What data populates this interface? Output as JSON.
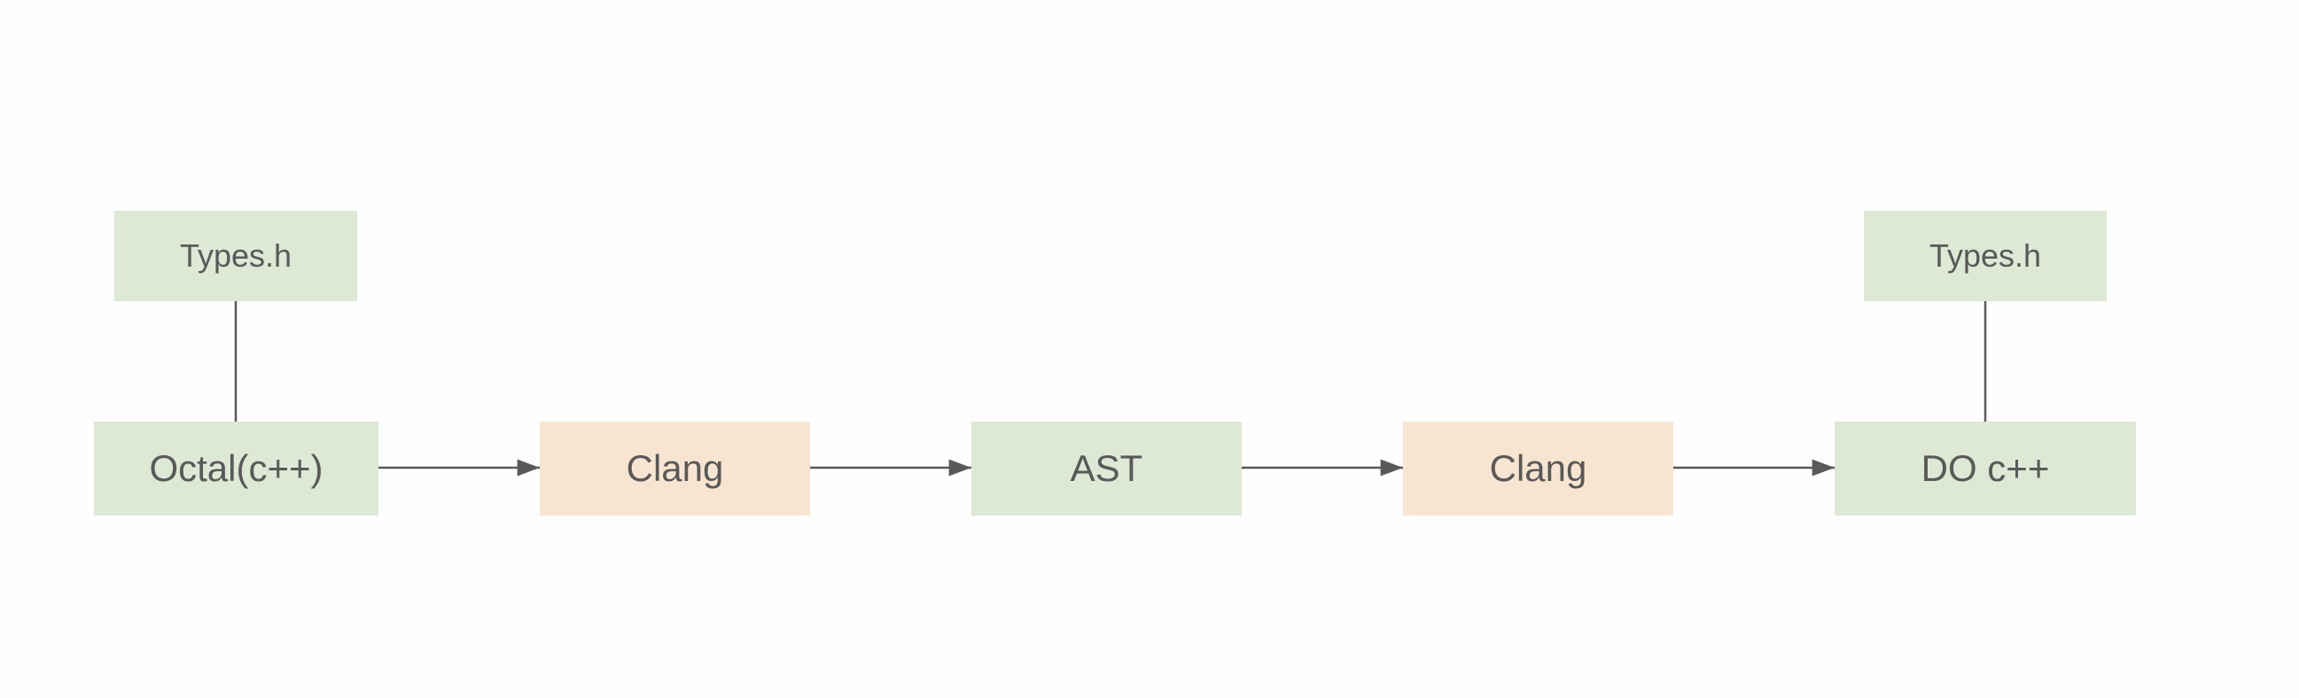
{
  "nodes": {
    "types_left": "Types.h",
    "types_right": "Types.h",
    "octal": "Octal(c++)",
    "clang1": "Clang",
    "ast": "AST",
    "clang2": "Clang",
    "do_cpp": "DO c++"
  },
  "colors": {
    "green_box": "#dde8d5",
    "orange_box": "#f8e5d1",
    "text": "#595959",
    "edge": "#595959"
  }
}
